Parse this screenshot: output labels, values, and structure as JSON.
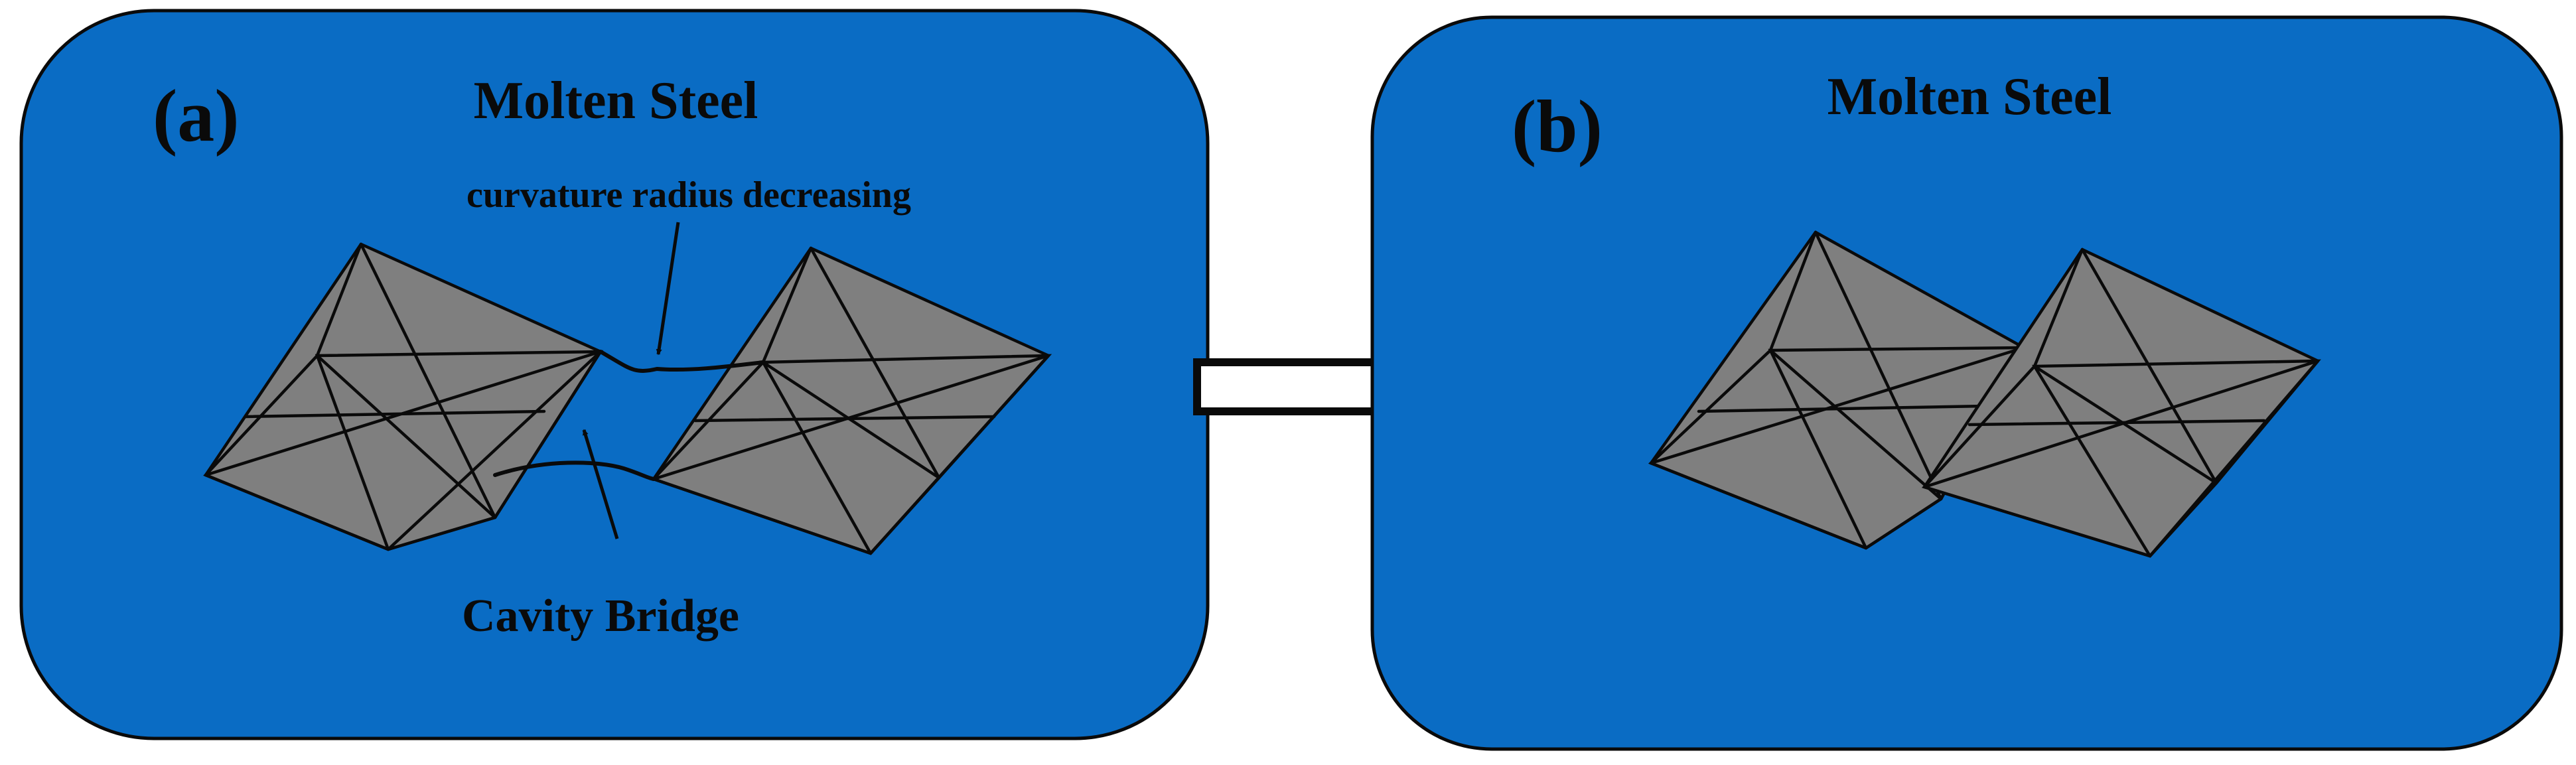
{
  "colors": {
    "panel_fill": "#0a6cc4",
    "crystal_fill": "#7f7f7f",
    "outline": "#0a0a0a",
    "arrow_fill": "#ffffff"
  },
  "panel_a": {
    "label": "(a)",
    "title": "Molten Steel",
    "annotation_top": "curvature radius decreasing",
    "annotation_bottom": "Cavity Bridge"
  },
  "panel_b": {
    "label": "(b)",
    "title": "Molten Steel"
  },
  "icons": {
    "transition": "right-arrow-icon",
    "crystal": "octahedron-icon"
  }
}
